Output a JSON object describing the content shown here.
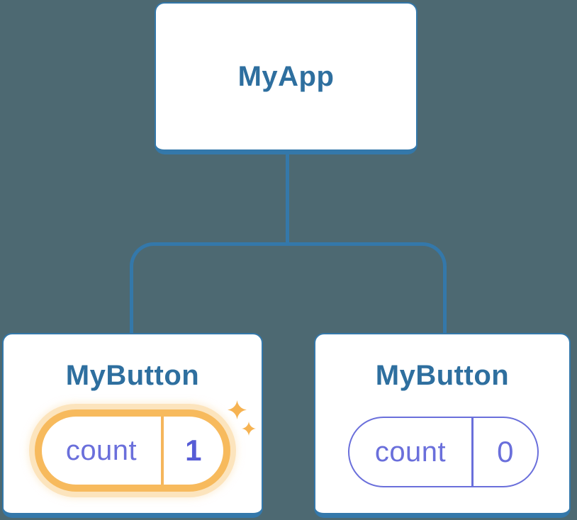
{
  "tree": {
    "root": {
      "title": "MyApp"
    },
    "children": [
      {
        "title": "MyButton",
        "state": {
          "label": "count",
          "value": "1"
        },
        "highlighted": true
      },
      {
        "title": "MyButton",
        "state": {
          "label": "count",
          "value": "0"
        },
        "highlighted": false
      }
    ]
  },
  "icons": {
    "sparkle": "sparkle-icon"
  },
  "colors": {
    "background": "#4d6972",
    "node_fill": "#ffffff",
    "node_border": "#3478aa",
    "connector": "#3478aa",
    "title_text": "#2e6f9f",
    "state_text": "#6a6fdb",
    "state_value_highlight_text": "#565cd6",
    "highlight_ring": "#f7ba5d",
    "highlight_glow": "#fce4bd",
    "sparkle": "#f6b352"
  }
}
